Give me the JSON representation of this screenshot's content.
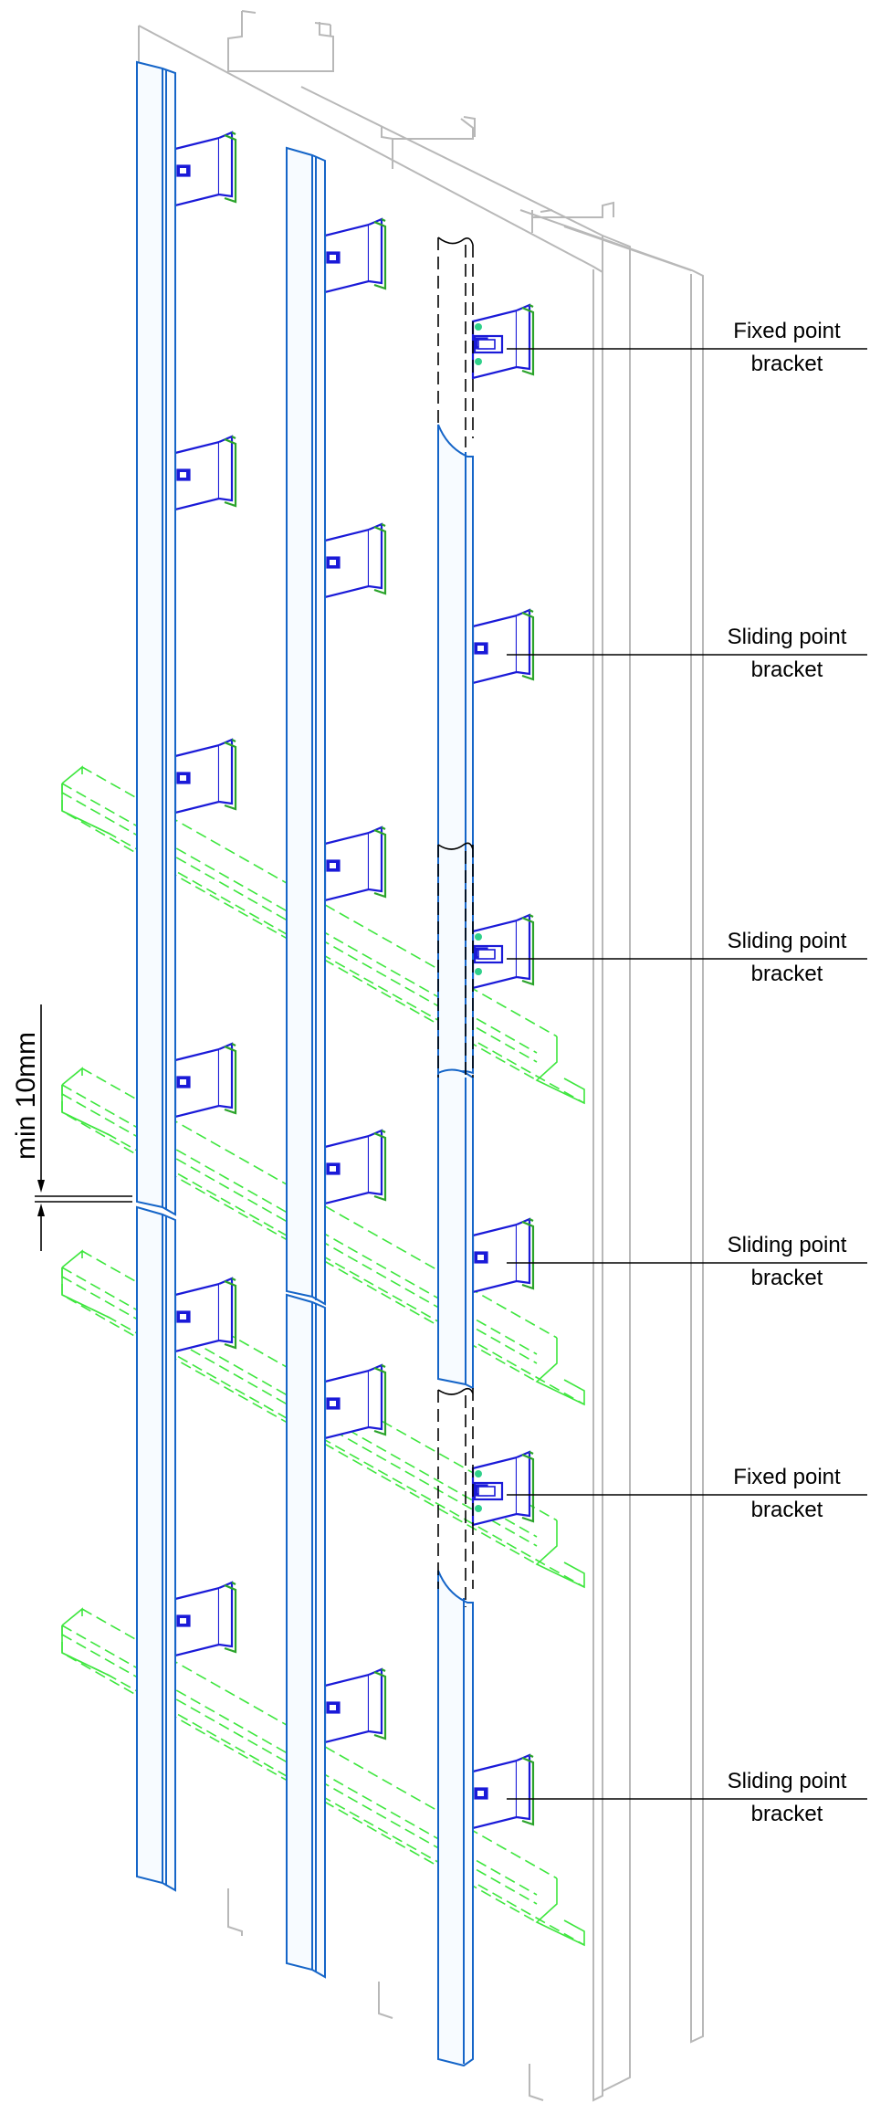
{
  "labels": [
    {
      "line1": "Fixed point",
      "line2": "bracket"
    },
    {
      "line1": "Sliding point",
      "line2": "bracket"
    },
    {
      "line1": "Sliding point",
      "line2": "bracket"
    },
    {
      "line1": "Sliding point",
      "line2": "bracket"
    },
    {
      "line1": "Fixed point",
      "line2": "bracket"
    },
    {
      "line1": "Sliding point",
      "line2": "bracket"
    }
  ],
  "dimension": {
    "text": "min 10mm"
  },
  "colors": {
    "wall": "#b8b8b8",
    "rail": "#1565c8",
    "bracket": "#1a1ad8",
    "bracket_edge": "#2aa32a",
    "subframe": "#3ee63e",
    "ink": "#000000"
  }
}
